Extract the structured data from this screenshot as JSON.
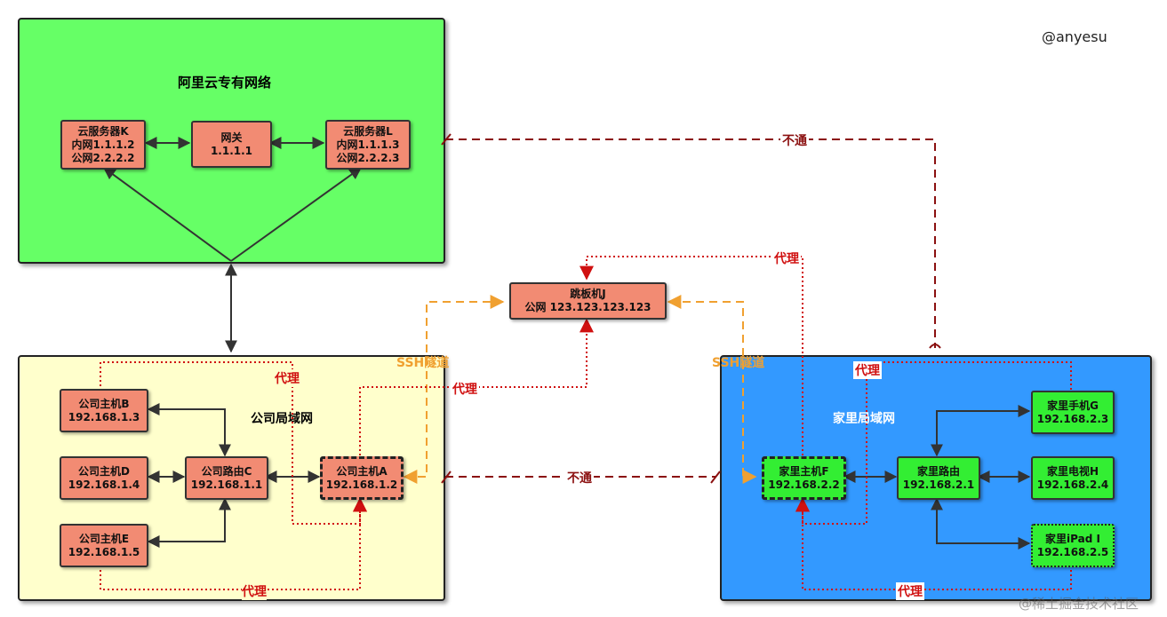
{
  "credit": "@anyesu",
  "watermark": "@稀土掘金技术社区",
  "colors": {
    "aliyun_zone": "#66ff66",
    "company_zone": "#ffffcc",
    "home_zone": "#3399ff",
    "node_salmon": "#f28b73",
    "node_green": "#33ee33",
    "proxy_line": "#d01010",
    "blocked_line": "#8b1010",
    "ssh_line": "#f0a030"
  },
  "zones": {
    "aliyun": {
      "title": "阿里云专有网络"
    },
    "company": {
      "title": "公司局域网"
    },
    "home": {
      "title": "家里局域网"
    }
  },
  "nodes": {
    "server_k": {
      "name": "云服务器K",
      "line1": "内网1.1.1.2",
      "line2": "公网2.2.2.2"
    },
    "gateway": {
      "name": "网关",
      "line1": "1.1.1.1"
    },
    "server_l": {
      "name": "云服务器L",
      "line1": "内网1.1.1.3",
      "line2": "公网2.2.2.3"
    },
    "jump_j": {
      "name": "跳板机J",
      "line1": "公网 123.123.123.123"
    },
    "host_b": {
      "name": "公司主机B",
      "line1": "192.168.1.3"
    },
    "host_d": {
      "name": "公司主机D",
      "line1": "192.168.1.4"
    },
    "host_e": {
      "name": "公司主机E",
      "line1": "192.168.1.5"
    },
    "router_c": {
      "name": "公司路由C",
      "line1": "192.168.1.1"
    },
    "host_a": {
      "name": "公司主机A",
      "line1": "192.168.1.2"
    },
    "home_f": {
      "name": "家里主机F",
      "line1": "192.168.2.2"
    },
    "home_router": {
      "name": "家里路由",
      "line1": "192.168.2.1"
    },
    "phone_g": {
      "name": "家里手机G",
      "line1": "192.168.2.3"
    },
    "tv_h": {
      "name": "家里电视H",
      "line1": "192.168.2.4"
    },
    "ipad_i": {
      "name": "家里iPad I",
      "line1": "192.168.2.5"
    }
  },
  "labels": {
    "blocked_top": "不通",
    "blocked_mid": "不通",
    "ssh_left": "SSH隧道",
    "ssh_right": "SSH隧道",
    "proxy_top": "代理",
    "proxy_company_top": "代理",
    "proxy_company_a": "代理",
    "proxy_company_bottom": "代理",
    "proxy_home_top": "代理",
    "proxy_home_bottom": "代理"
  }
}
